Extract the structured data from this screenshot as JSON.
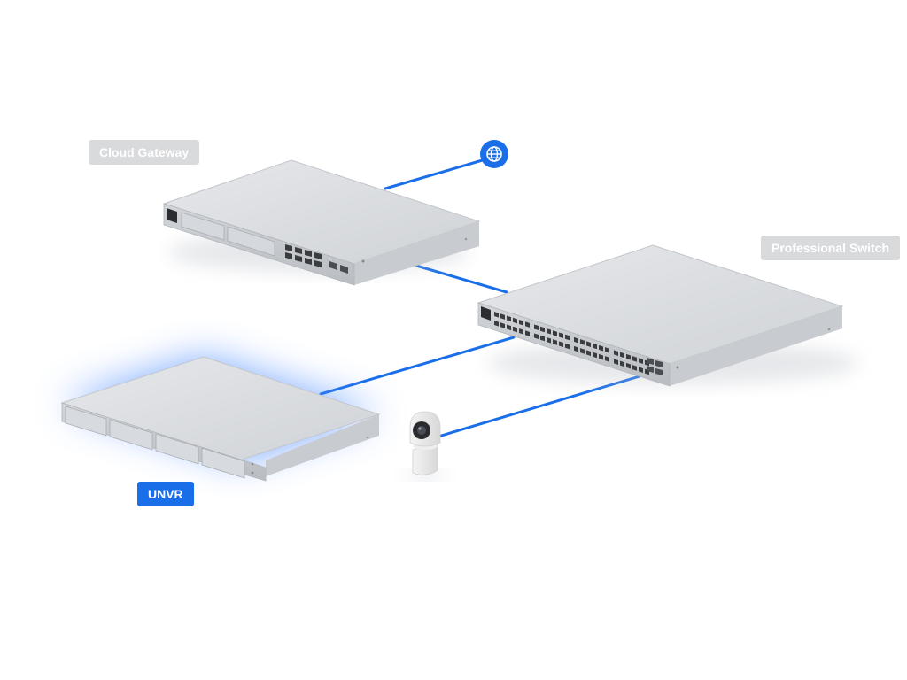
{
  "labels": {
    "cloud_gateway": "Cloud Gateway",
    "professional_switch": "Professional Switch",
    "unvr": "UNVR"
  },
  "icons": {
    "internet": "globe-icon"
  },
  "colors": {
    "link": "#1a6fe8",
    "accent": "#1a6fe8",
    "label_grey": "#d9dadc",
    "device_body": "#dcdee2",
    "device_front": "#c4c7cc",
    "glow": "#4d8cff"
  }
}
